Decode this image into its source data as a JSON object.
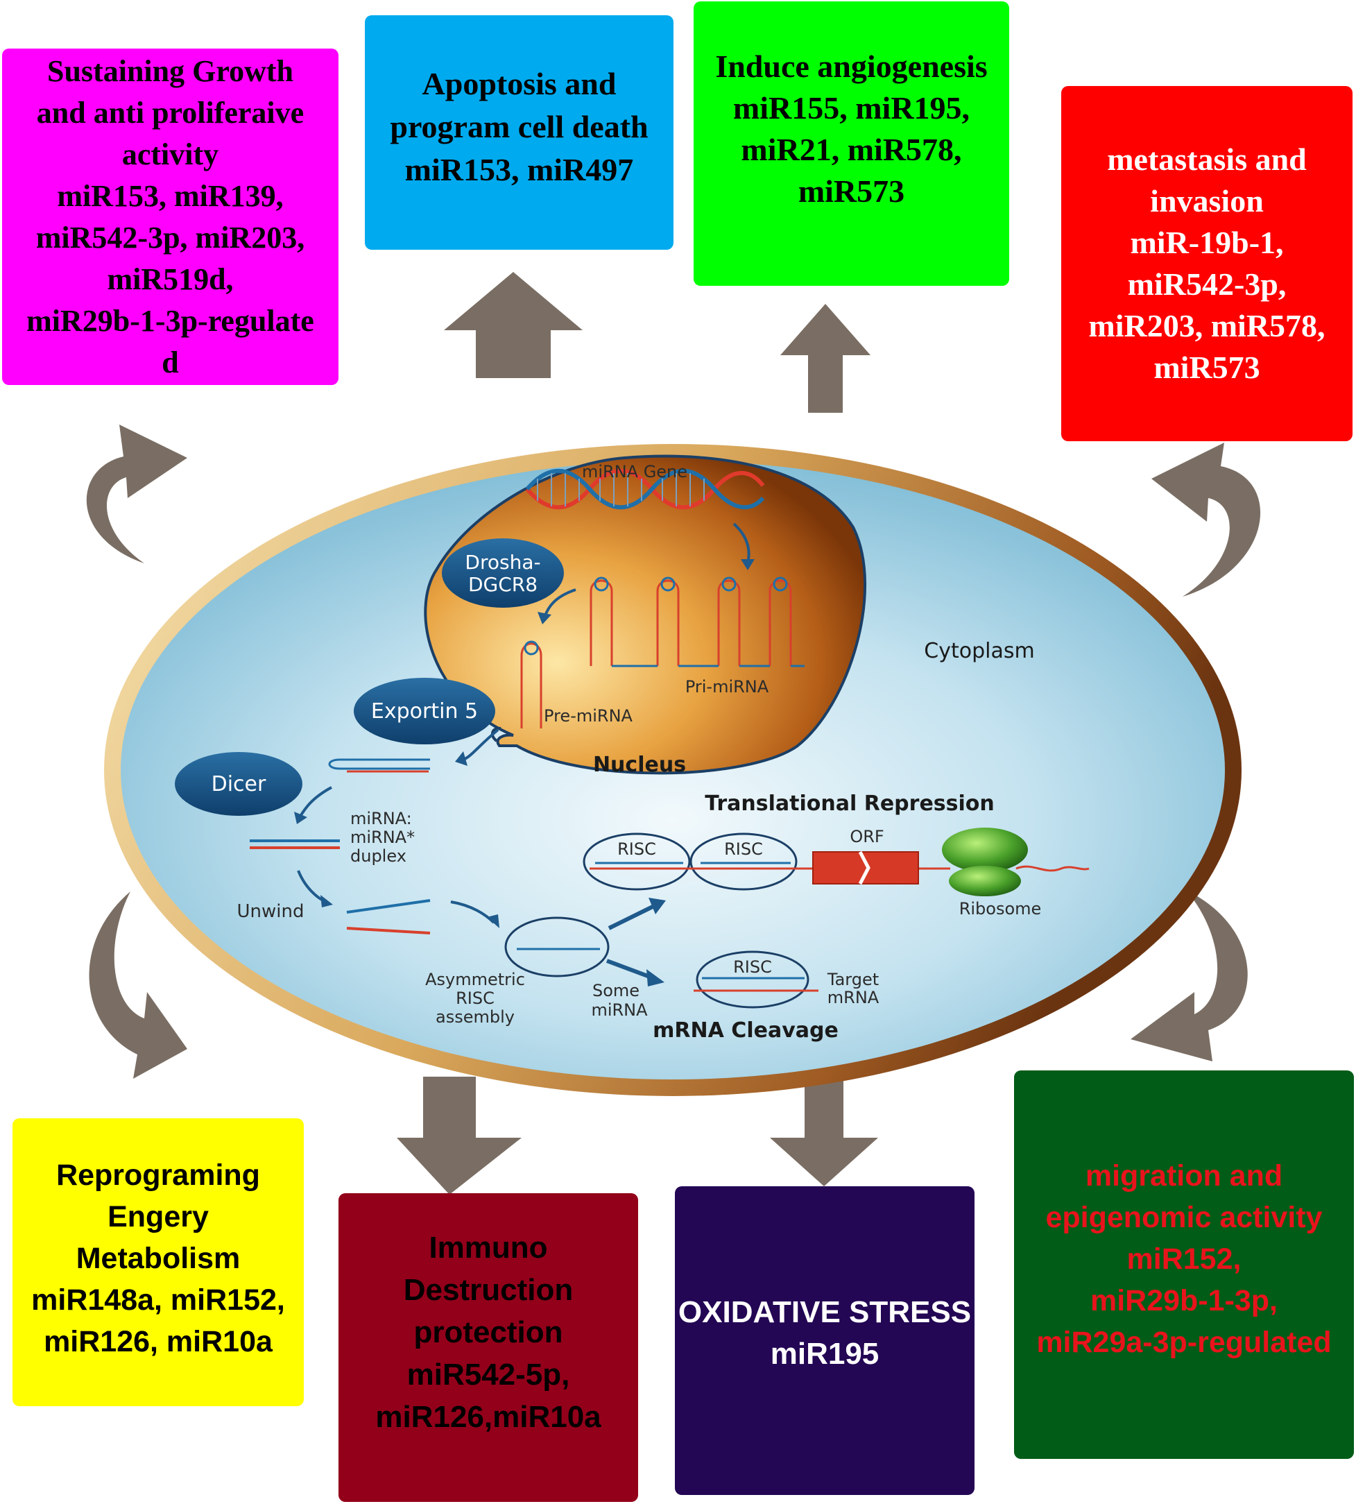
{
  "boxes": {
    "growth": [
      "Sustaining Growth",
      "and anti proliferaive",
      "activity",
      "miR153, miR139,",
      "miR542-3p, miR203,",
      "miR519d,",
      "miR29b-1-3p-regulate",
      "d"
    ],
    "apoptosis": [
      "Apoptosis and",
      "program cell death",
      "miR153, miR497"
    ],
    "angiogenesis": [
      "Induce angiogenesis",
      "miR155, miR195,",
      "miR21, miR578,",
      "miR573"
    ],
    "metastasis": [
      "metastasis and",
      "invasion",
      "miR-19b-1,",
      "miR542-3p,",
      "miR203, miR578,",
      "miR573"
    ],
    "energy": [
      "Reprograming",
      "Engery",
      "Metabolism",
      "miR148a, miR152,",
      "miR126, miR10a"
    ],
    "immuno": [
      "Immuno",
      "Destruction",
      "protection",
      "miR542-5p,",
      "miR126,miR10a"
    ],
    "oxidative": [
      "OXIDATIVE STRESS",
      "miR195"
    ],
    "migration": [
      "migration and",
      "epigenomic activity",
      "miR152,",
      "miR29b-1-3p,",
      "miR29a-3p-regulated"
    ]
  },
  "cell": {
    "mirna_gene": "miRNA Gene",
    "drosha": [
      "Drosha-",
      "DGCR8"
    ],
    "cytoplasm": "Cytoplasm",
    "pri_mirna": "Pri-miRNA",
    "pre_mirna": "Pre-miRNA",
    "exportin": "Exportin 5",
    "nucleus": "Nucleus",
    "dicer": "Dicer",
    "duplex": [
      "miRNA:",
      "miRNA*",
      "duplex"
    ],
    "translational_repression": "Translational Repression",
    "risc": "RISC",
    "orf": "ORF",
    "ribosome": "Ribosome",
    "unwind": "Unwind",
    "asymmetric": [
      "Asymmetric",
      "RISC",
      "assembly"
    ],
    "some_mirna": [
      "Some",
      "miRNA"
    ],
    "target_mrna": [
      "Target",
      "mRNA"
    ],
    "mrna_cleavage": "mRNA Cleavage"
  },
  "colors": {
    "magenta": "#ff00ff",
    "blue": "#00aaee",
    "green": "#00ff00",
    "red": "#ff0000",
    "yellow": "#ffff00",
    "maroon": "#93001a",
    "purple": "#230654",
    "darkgreen": "#005c16",
    "arrow": "#7a6e64",
    "redtext": "#e8141c"
  }
}
